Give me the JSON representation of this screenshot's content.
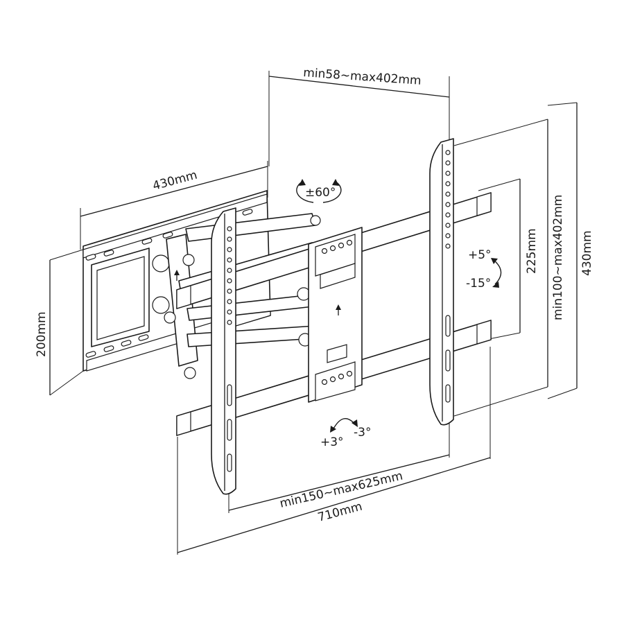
{
  "dimensions": {
    "arm_extension": "min58~max402mm",
    "wall_plate_width": "430mm",
    "wall_plate_height": "200mm",
    "vertical_spacing": "225mm",
    "vertical_range": "min100~max402mm",
    "overall_height": "430mm",
    "horizontal_range": "min150~max625mm",
    "overall_width": "710mm"
  },
  "rotation": {
    "swivel": "±60°",
    "tilt_up": "+5°",
    "tilt_down": "-15°",
    "level_plus": "+3°",
    "level_minus": "-3°"
  }
}
